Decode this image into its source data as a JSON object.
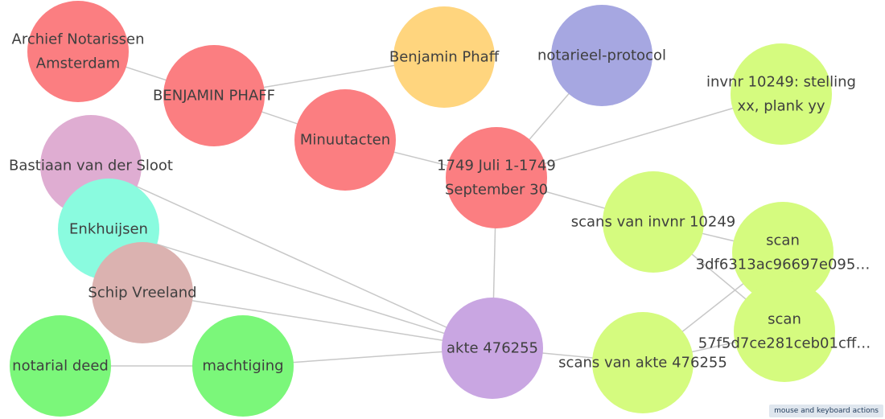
{
  "graph": {
    "nodes": [
      {
        "id": "archief",
        "lines": [
          "Archief Notarissen",
          "Amsterdam"
        ],
        "color": "#fb7e81"
      },
      {
        "id": "benjamin_upper",
        "lines": [
          "BENJAMIN PHAFF"
        ],
        "color": "#fb7e81"
      },
      {
        "id": "benjamin",
        "lines": [
          "Benjamin Phaff"
        ],
        "color": "#ffd57e"
      },
      {
        "id": "protocol",
        "lines": [
          "notarieel-protocol"
        ],
        "color": "#a6a7e1"
      },
      {
        "id": "invnr",
        "lines": [
          "invnr 10249: stelling",
          "xx, plank yy"
        ],
        "color": "#d5fb7f"
      },
      {
        "id": "minuutacten",
        "lines": [
          "Minuutacten"
        ],
        "color": "#fb7e81"
      },
      {
        "id": "period",
        "lines": [
          "1749 Juli 1-1749",
          "September 30"
        ],
        "color": "#fb7e81"
      },
      {
        "id": "bastiaan",
        "lines": [
          "Bastiaan van der Sloot"
        ],
        "color": "#dfadd2"
      },
      {
        "id": "enkhuijsen",
        "lines": [
          "Enkhuijsen"
        ],
        "color": "#8afbdf"
      },
      {
        "id": "schip",
        "lines": [
          "Schip Vreeland"
        ],
        "color": "#dbb2b0"
      },
      {
        "id": "scans_invnr",
        "lines": [
          "scans van invnr 10249"
        ],
        "color": "#d5fb7f"
      },
      {
        "id": "scan1",
        "lines": [
          "scan",
          "3df6313ac96697e095…"
        ],
        "color": "#d5fb7f"
      },
      {
        "id": "scan2",
        "lines": [
          "scan",
          "57f5d7ce281ceb01cff…"
        ],
        "color": "#d5fb7f"
      },
      {
        "id": "notarial",
        "lines": [
          "notarial deed"
        ],
        "color": "#7bf77a"
      },
      {
        "id": "machtiging",
        "lines": [
          "machtiging"
        ],
        "color": "#7bf77a"
      },
      {
        "id": "akte",
        "lines": [
          "akte 476255"
        ],
        "color": "#c9a6e2"
      },
      {
        "id": "scans_akte",
        "lines": [
          "scans van akte 476255"
        ],
        "color": "#d5fb7f"
      }
    ],
    "edges": [
      [
        "archief",
        "benjamin_upper"
      ],
      [
        "benjamin_upper",
        "benjamin"
      ],
      [
        "benjamin_upper",
        "minuutacten"
      ],
      [
        "minuutacten",
        "period"
      ],
      [
        "period",
        "protocol"
      ],
      [
        "period",
        "invnr"
      ],
      [
        "period",
        "scans_invnr"
      ],
      [
        "period",
        "akte"
      ],
      [
        "scans_invnr",
        "scan1"
      ],
      [
        "scans_invnr",
        "scan2"
      ],
      [
        "scans_akte",
        "scan1"
      ],
      [
        "scans_akte",
        "scan2"
      ],
      [
        "akte",
        "scans_akte"
      ],
      [
        "akte",
        "bastiaan"
      ],
      [
        "akte",
        "enkhuijsen"
      ],
      [
        "akte",
        "schip"
      ],
      [
        "akte",
        "machtiging"
      ],
      [
        "machtiging",
        "notarial"
      ]
    ]
  },
  "footer": {
    "keyboard_label": "mouse and keyboard actions"
  }
}
